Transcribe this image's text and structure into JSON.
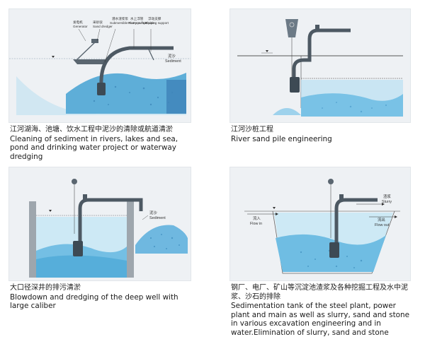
{
  "panels": [
    {
      "id": "p1",
      "labels": {
        "generator": "发电机",
        "generator_en": "Generator",
        "sand_dredger": "采砂驳",
        "sand_dredger_en": "Sand dredger",
        "pump": "潜水渣浆泵",
        "pump_en": "Submersible slurry pumps",
        "pontoon": "水上浮管",
        "pontoon_en": "Pontoon float pipe",
        "floating": "浮动支撑",
        "floating_en": "Floating support",
        "sediment": "泥沙",
        "sediment_en": "Sediment"
      },
      "caption_zh": "江河湖海、池塘、饮水工程中泥沙的清除或航道清淤",
      "caption_en": "Cleaning of sediment in rivers, lakes and sea, pond and drinking water project or waterway dredging"
    },
    {
      "id": "p2",
      "caption_zh": "江河沙桩工程",
      "caption_en": "River sand pile engineering"
    },
    {
      "id": "p3",
      "labels": {
        "sediment": "泥沙",
        "sediment_en": "Sediment"
      },
      "caption_zh": "大口径深井的排污清淤",
      "caption_en": "Blowdown and dredging of the deep well with large caliber"
    },
    {
      "id": "p4",
      "labels": {
        "slurry": "渣浆",
        "slurry_en": "Slurry",
        "flow_in": "流入",
        "flow_in_en": "Flow in",
        "flow_out": "流出",
        "flow_out_en": "Flow out"
      },
      "caption_zh": "钢厂、电厂、矿山等沉淀池渣浆及各种挖掘工程及水中泥浆、沙石的排除",
      "caption_en": "Sedimentation tank of the steel plant, power plant and main as well as slurry, sand and stone in various excavation engineering and in water.Elimination of slurry, sand and stone"
    }
  ],
  "colors": {
    "water": "#7fc6e6",
    "water_dark": "#3f9fd0",
    "pipe": "#4d5963",
    "pump": "#3d4a54",
    "panel_bg": "#eef1f4"
  }
}
